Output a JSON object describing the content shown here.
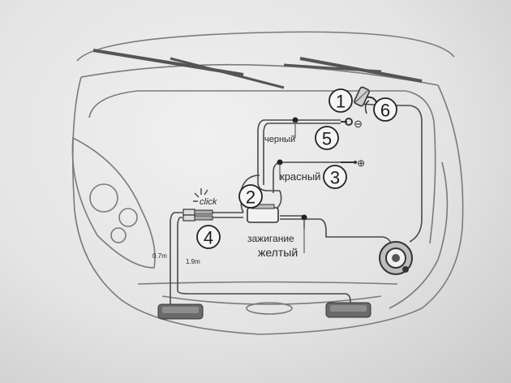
{
  "labels": {
    "black": "черный",
    "red": "красный",
    "ignition": "зажигание",
    "yellow": "желтый",
    "click": "click",
    "dist_left": "0.7m",
    "dist_right": "1.9m",
    "minus": "⊖",
    "plus": "⊕"
  },
  "callouts": [
    "1",
    "2",
    "3",
    "4",
    "5",
    "6"
  ]
}
